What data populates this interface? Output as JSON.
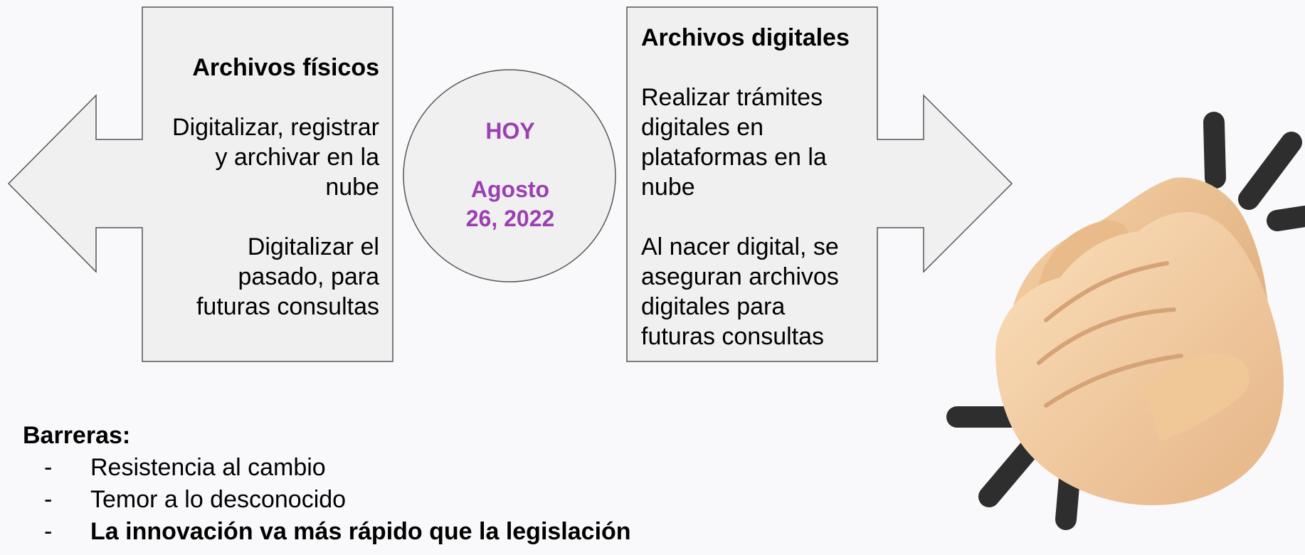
{
  "left_box": {
    "heading": "Archivos físicos",
    "para1": "Digitalizar, registrar\ny archivar en la\nnube",
    "para2": "Digitalizar el\npasado, para\nfuturas consultas"
  },
  "center": {
    "label": "HOY",
    "date": "Agosto\n26, 2022"
  },
  "right_box": {
    "heading": "Archivos digitales",
    "para1": "Realizar trámites\ndigitales en\nplataformas en la\nnube",
    "para2": "Al nacer digital, se\naseguran archivos\ndigitales para\nfuturas consultas"
  },
  "barriers": {
    "title": "Barreras:",
    "items": [
      {
        "dash": "-",
        "text": "Resistencia al cambio"
      },
      {
        "dash": "-",
        "text": "Temor a lo desconocido"
      },
      {
        "dash": "-",
        "text": "La innovación va más rápido que la legislación"
      }
    ]
  },
  "colors": {
    "accent": "#9b3fb3",
    "shape_fill": "#f0f0f0",
    "shape_stroke": "#555555"
  },
  "icons": {
    "decoration": "clapping-hands-icon"
  }
}
